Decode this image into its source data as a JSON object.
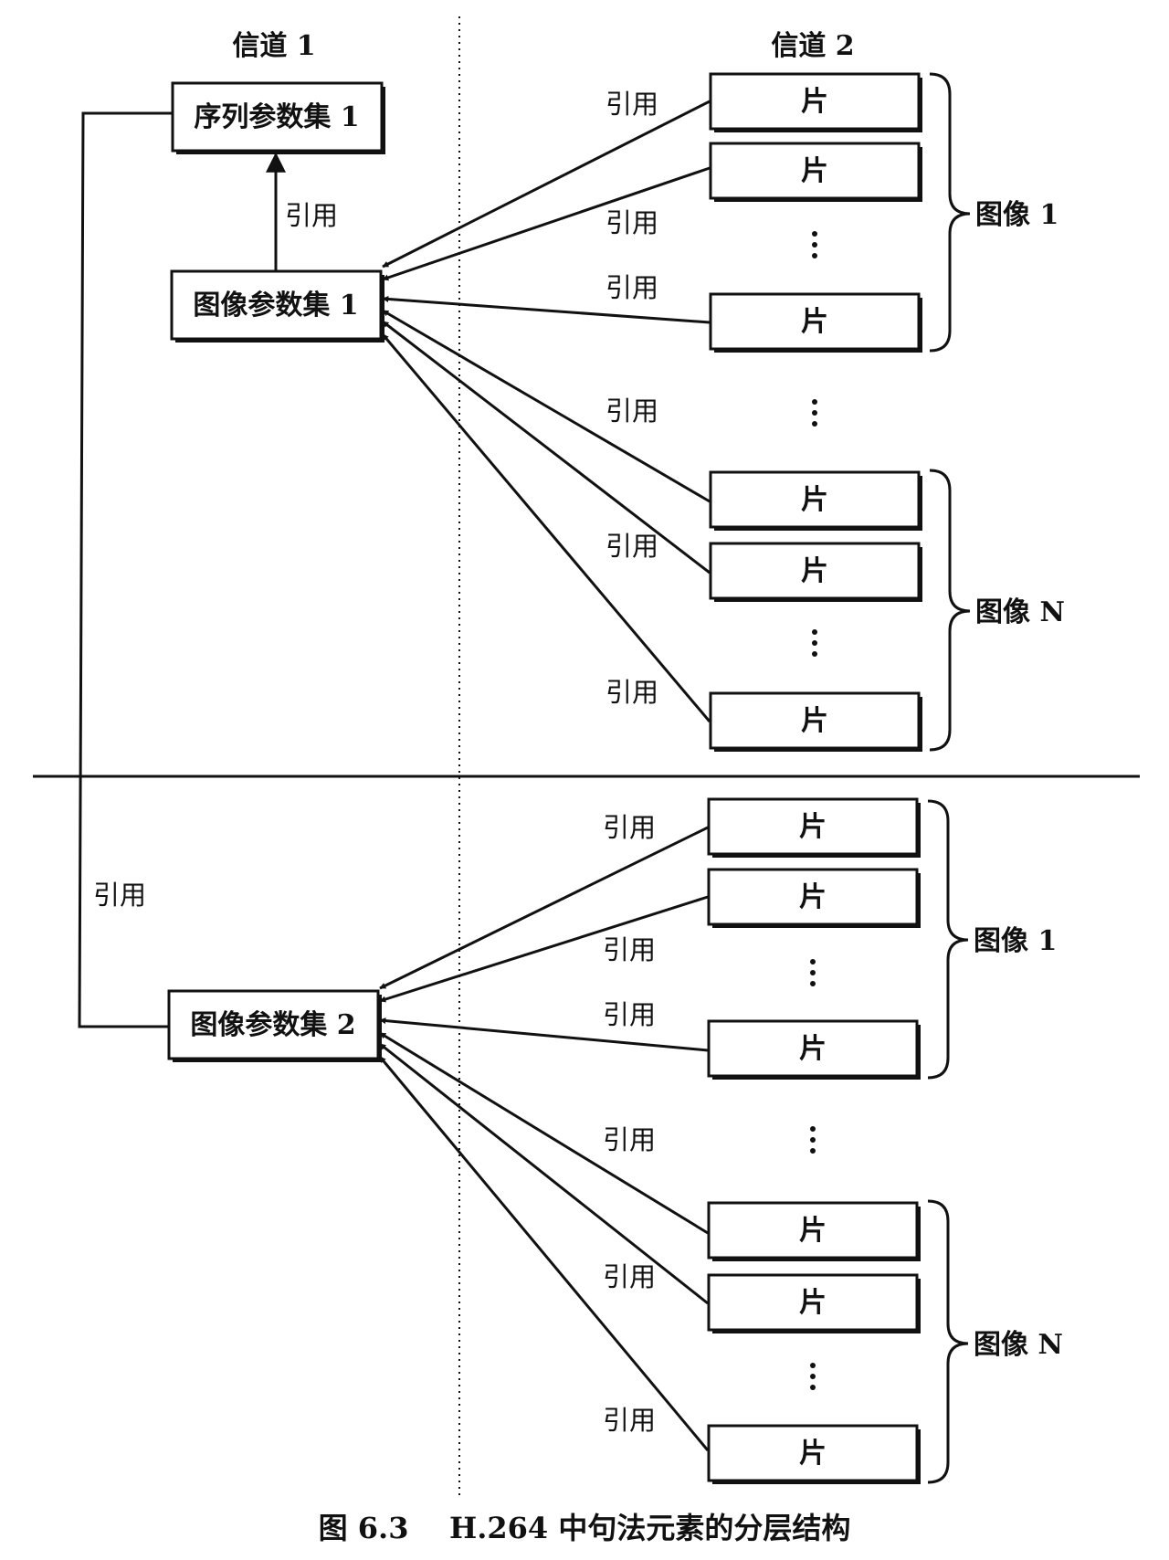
{
  "headers": {
    "channel1": "信道 1",
    "channel2": "信道 2"
  },
  "boxes": {
    "sps1": "序列参数集 1",
    "pps1": "图像参数集 1",
    "pps2": "图像参数集 2"
  },
  "slice_label": "片",
  "ref_label": "引用",
  "groups": {
    "picture_1": "图像 1",
    "picture_n": "图像 N"
  },
  "caption": "图 6.3    H.264 中句法元素的分层结构"
}
